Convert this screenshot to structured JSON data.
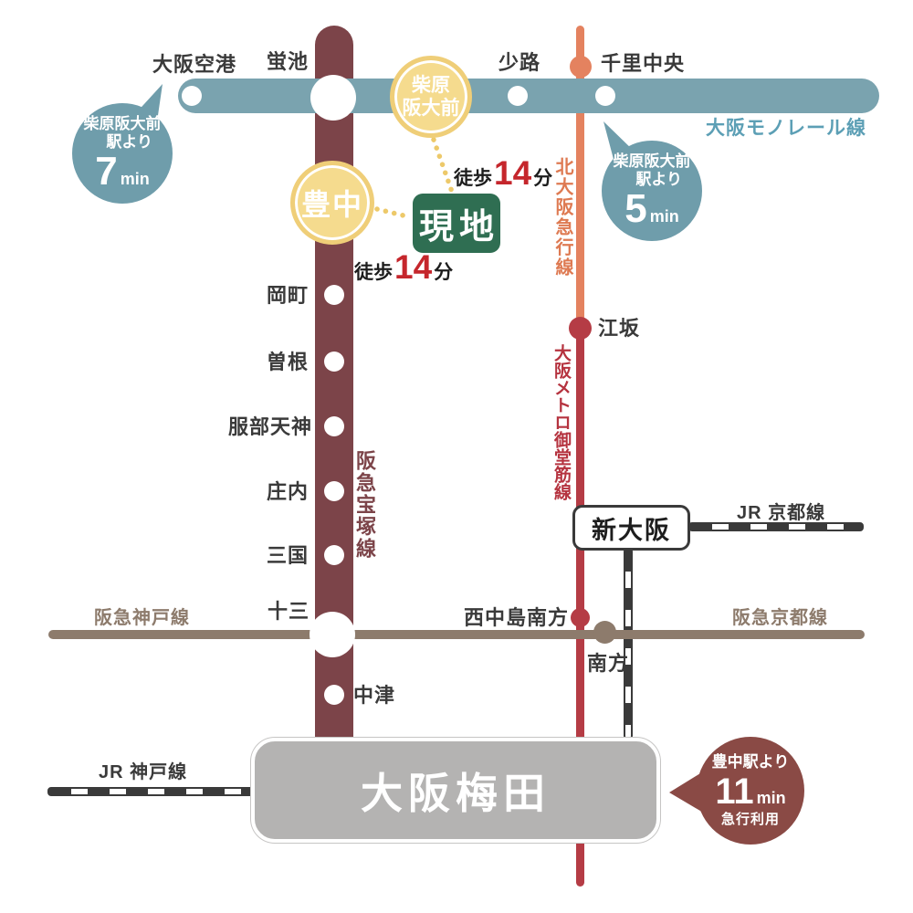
{
  "stations": {
    "osaka_airport": "大阪空港",
    "hotarugaike": "蛍池",
    "shibahara_handai_mae_line1": "柴原",
    "shibahara_handai_mae_line2": "阪大前",
    "shoji": "少路",
    "senri_chuo": "千里中央",
    "toyonaka": "豊中",
    "okamachi": "岡町",
    "sone": "曽根",
    "hattori_tenjin": "服部天神",
    "shonai": "庄内",
    "mikuni": "三国",
    "juso": "十三",
    "nakatsu": "中津",
    "esaka": "江坂",
    "nishinakajima_minamikata": "西中島南方",
    "minamikata": "南方",
    "shin_osaka": "新大阪",
    "osaka_umeda": "大阪梅田"
  },
  "lines": {
    "monorail": "大阪モノレール線",
    "kita_osaka_kyuko": "北大阪急行線",
    "midosuji": "大阪メトロ御堂筋線",
    "hankyu_takarazuka": "阪急宝塚線",
    "hankyu_kobe": "阪急神戸線",
    "hankyu_kyoto": "阪急京都線",
    "jr_kyoto": "JR 京都線",
    "jr_kobe": "JR 神戸線"
  },
  "site": {
    "label": "現地"
  },
  "walk_upper": {
    "prefix": "徒歩",
    "minutes": "14",
    "suffix": "分"
  },
  "walk_lower": {
    "prefix": "徒歩",
    "minutes": "14",
    "suffix": "分"
  },
  "bubbles": {
    "shibahara_7": {
      "line1": "柴原阪大前",
      "line2": "駅より",
      "minutes": "7",
      "unit": "min"
    },
    "shibahara_5": {
      "line1": "柴原阪大前",
      "line2": "駅より",
      "minutes": "5",
      "unit": "min"
    },
    "toyonaka_11": {
      "line1": "豊中駅より",
      "minutes": "11",
      "unit": "min",
      "note": "急行利用"
    }
  },
  "colors": {
    "monorail_teal": "#7AA3AF",
    "monorail_label_teal": "#5C9FB5",
    "bubble_teal": "#6F9DAB",
    "hankyu_maroon": "#7C4449",
    "midosuji_red": "#B53C45",
    "midosuji_label_red": "#B5333F",
    "kita_osaka_orange": "#E4825F",
    "hankyu_brown": "#8D7B6C",
    "jr_dark": "#3A3A3A",
    "station_circle_yellow": "#F5DB8E",
    "station_circle_ring": "#EFCE78",
    "walk_dotted_yellow": "#EDC96A",
    "site_green": "#2F6E52",
    "umeda_gray": "#B4B3B2",
    "bubble_dark_red": "#8A4A45",
    "walk_minutes_red": "#C5262C",
    "label_dark": "#3A3A3A"
  }
}
